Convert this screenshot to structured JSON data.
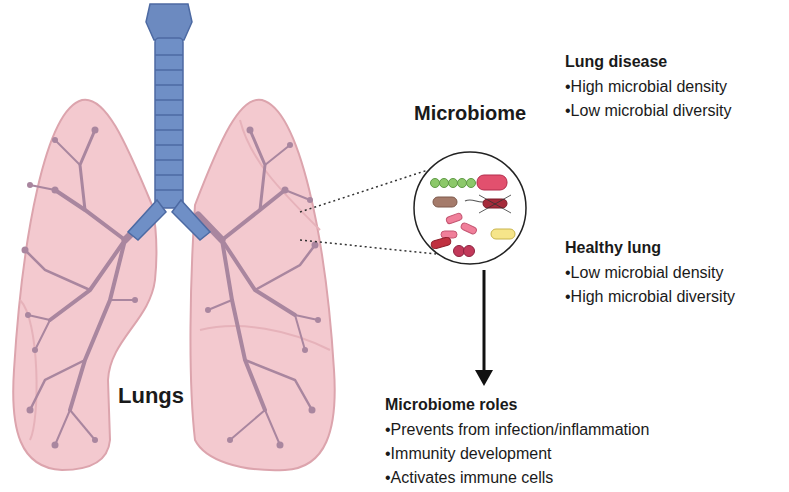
{
  "diagram": {
    "nodes": [
      {
        "text": [
          "Microbiome"
        ]
      }
    ],
    "labels": [
      "Lungs",
      "Lung disease",
      "•High microbial density",
      "•Low microbial diversity",
      "Healthy lung",
      "•Low microbial density",
      "•High microbial diversity",
      "Microbiome roles",
      "•Prevents from infection/inflammation",
      "•Immunity development",
      "•Activates immune cells"
    ]
  }
}
